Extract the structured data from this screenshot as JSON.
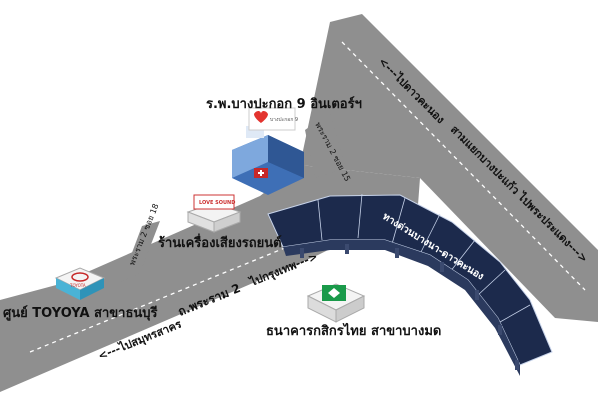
{
  "roads": {
    "top_left_direction": "<---ไปดาวคะนอง",
    "top_right_direction": "สามแยกบางปะแก้ว ไปพระประแดง--->",
    "bottom_left_direction": "<---ไปสมุทรสาคร",
    "main_road": "ถ.พระราม 2",
    "bottom_right_direction": "ไปกรุงเทพ--->",
    "expressway": "ทางด่วนบางนา-ดาวคะนอง",
    "soi_18": "พระราม 2 ซอย 18",
    "soi_15": "พระราม 2 ซอย 15"
  },
  "landmarks": {
    "hospital": "ร.พ.บางปะกอก 9 อินเตอร์ฯ",
    "hospital_logo_text": "บางปะกอก 9",
    "audio_shop": "ร้านเครื่องเสียงรถยนต์",
    "audio_logo_text": "LOVE SOUND",
    "toyota": "ศูนย์ TOYOYA สาขาธนบุรี",
    "toyota_logo_text": "TOYOTA",
    "bank": "ธนาคารกสิกรไทย สาขาบางมด"
  },
  "colors": {
    "road": "#8f8f8f",
    "expressway": "#1c2a4c",
    "building_blue": "#4c7fc4",
    "bank_green": "#1a9a4a"
  }
}
